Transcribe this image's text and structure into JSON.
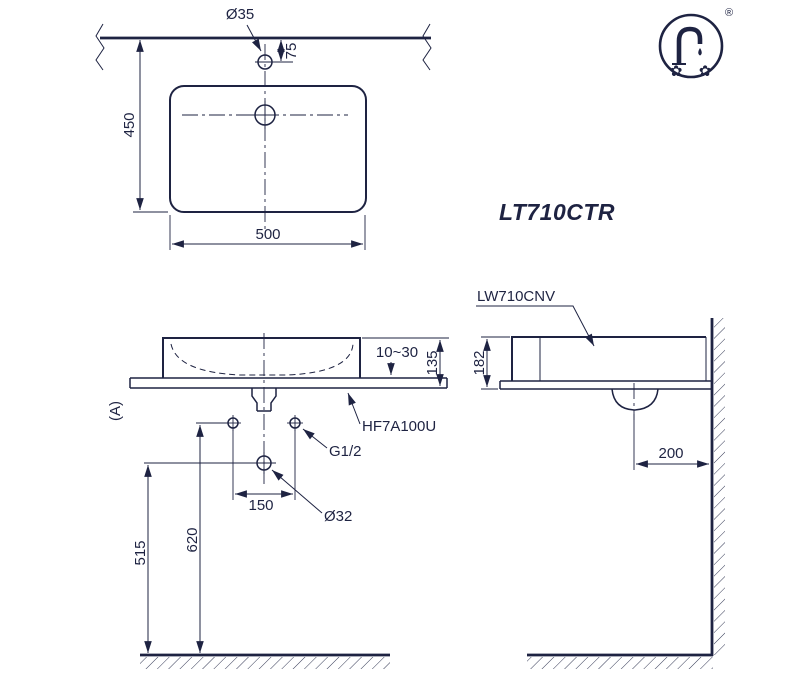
{
  "colors": {
    "ink": "#1e2342",
    "paper": "#ffffff"
  },
  "model": "LT710CTR",
  "logo": {
    "flower": "✿",
    "registered": "®"
  },
  "plan": {
    "faucet_hole_dia": "Ø35",
    "faucet_hole_offset": "75",
    "depth": "450",
    "width": "500"
  },
  "front": {
    "counter_thickness": "10~30",
    "rim_height": "135",
    "counter_ref": "(A)",
    "drain_fitting": "HF7A100U",
    "supply_thread": "G1/2",
    "hole_spacing": "150",
    "drain_dia": "Ø32",
    "supply_height": "620",
    "drain_height": "515"
  },
  "side": {
    "basin_model": "LW710CNV",
    "height": "182",
    "drain_offset": "200"
  }
}
